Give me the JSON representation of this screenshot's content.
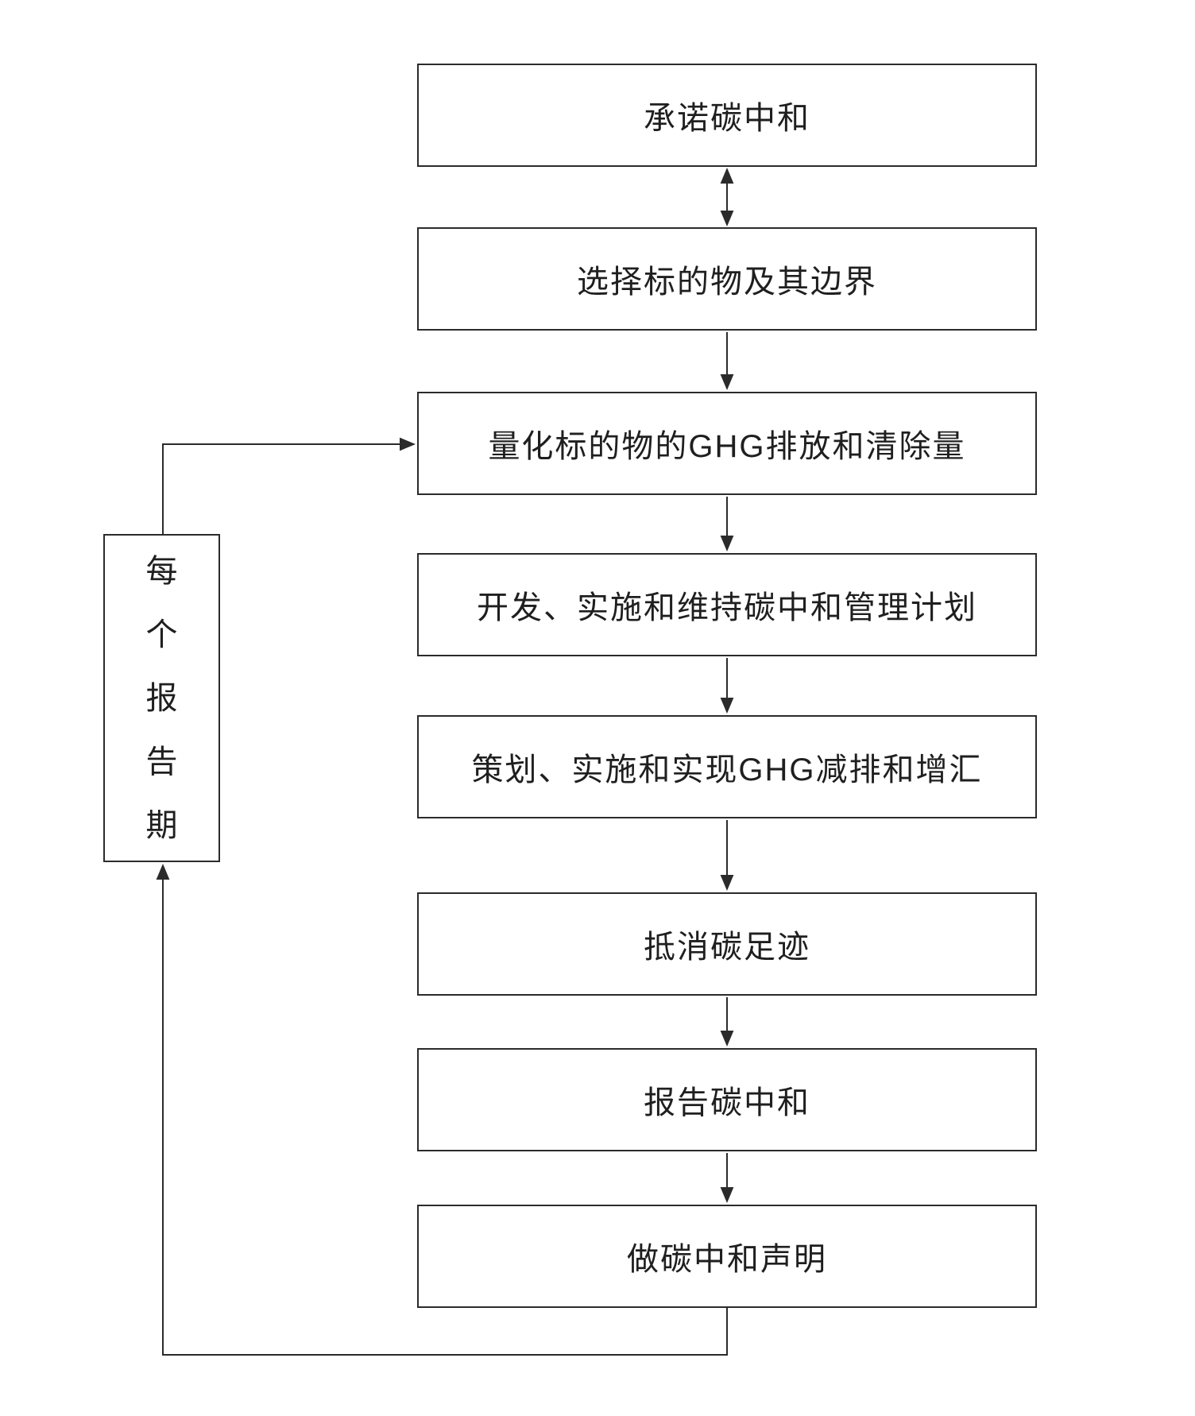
{
  "diagram": {
    "steps": [
      {
        "id": 1,
        "label": "承诺碳中和"
      },
      {
        "id": 2,
        "label": "选择标的物及其边界"
      },
      {
        "id": 3,
        "label": "量化标的物的GHG排放和清除量"
      },
      {
        "id": 4,
        "label": "开发、实施和维持碳中和管理计划"
      },
      {
        "id": 5,
        "label": "策划、实施和实现GHG减排和增汇"
      },
      {
        "id": 6,
        "label": "抵消碳足迹"
      },
      {
        "id": 7,
        "label": "报告碳中和"
      },
      {
        "id": 8,
        "label": "做碳中和声明"
      }
    ],
    "side_label": "每个报告期",
    "colors": {
      "line": "#2b2b2b",
      "text": "#1f1f1f",
      "background": "#ffffff"
    }
  }
}
